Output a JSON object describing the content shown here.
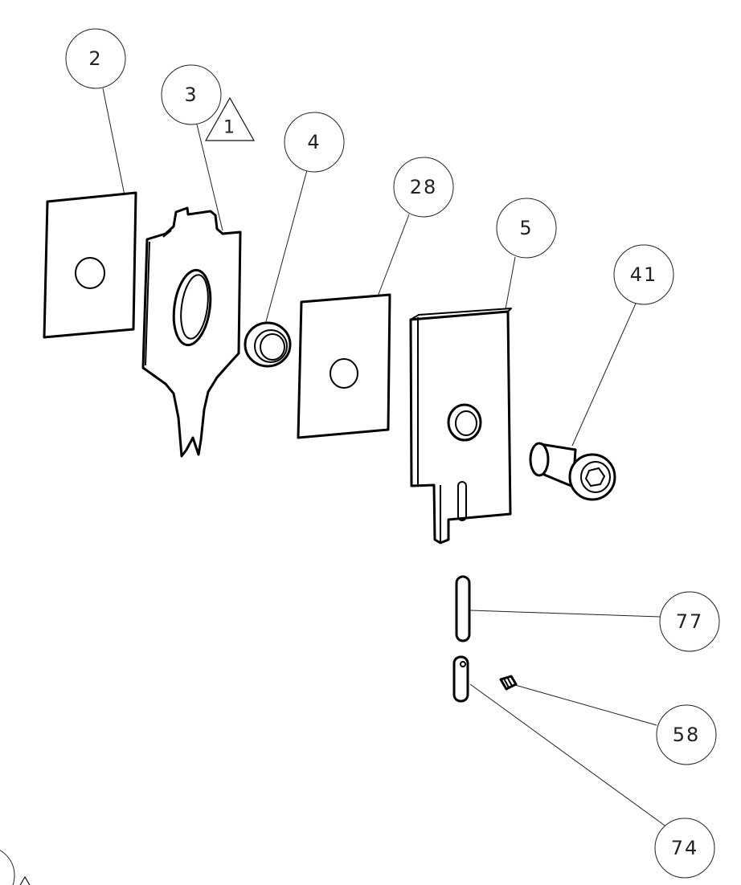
{
  "balloons": [
    {
      "id": "2",
      "label": "2"
    },
    {
      "id": "3",
      "label": "3"
    },
    {
      "id": "4",
      "label": "4"
    },
    {
      "id": "28",
      "label": "28"
    },
    {
      "id": "5",
      "label": "5"
    },
    {
      "id": "41",
      "label": "41"
    },
    {
      "id": "77",
      "label": "77"
    },
    {
      "id": "58",
      "label": "58"
    },
    {
      "id": "74",
      "label": "74"
    }
  ],
  "revision_flag": {
    "label": "1"
  },
  "parts": [
    {
      "name": "plate",
      "ref": "2"
    },
    {
      "name": "spring-plate",
      "ref": "3"
    },
    {
      "name": "washer",
      "ref": "4"
    },
    {
      "name": "plate",
      "ref": "28"
    },
    {
      "name": "block",
      "ref": "5"
    },
    {
      "name": "button-head-screw",
      "ref": "41"
    },
    {
      "name": "pin",
      "ref": "77"
    },
    {
      "name": "set-screw",
      "ref": "58"
    },
    {
      "name": "pin-with-hole",
      "ref": "74"
    }
  ]
}
